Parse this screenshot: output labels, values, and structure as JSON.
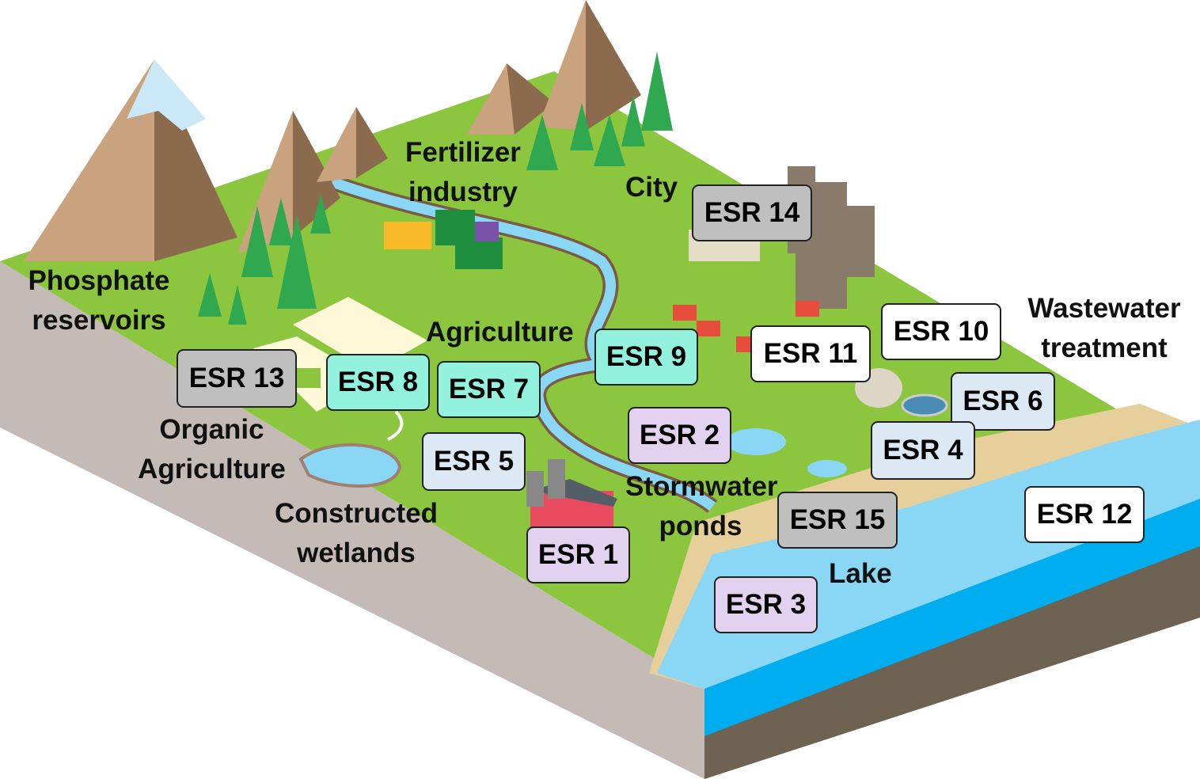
{
  "labels": {
    "phosphate": "Phosphate reservoirs",
    "fertilizer": "Fertilizer industry",
    "city": "City",
    "agriculture": "Agriculture",
    "wastewater": "Wastewater treatment",
    "organic": "Organic Agriculture",
    "wetlands": "Constructed wetlands",
    "stormwater": "Stormwater ponds",
    "lake": "Lake"
  },
  "esr": {
    "esr1": "ESR 1",
    "esr2": "ESR 2",
    "esr3": "ESR 3",
    "esr4": "ESR 4",
    "esr5": "ESR 5",
    "esr6": "ESR 6",
    "esr7": "ESR 7",
    "esr8": "ESR 8",
    "esr9": "ESR 9",
    "esr10": "ESR 10",
    "esr11": "ESR 11",
    "esr12": "ESR 12",
    "esr13": "ESR 13",
    "esr14": "ESR 14",
    "esr15": "ESR 15"
  },
  "colors": {
    "grey": "#bfbfbf",
    "teal": "#92f2de",
    "lavender": "#e2d2f0",
    "light_blue": "#dde8f5",
    "white": "#ffffff"
  }
}
